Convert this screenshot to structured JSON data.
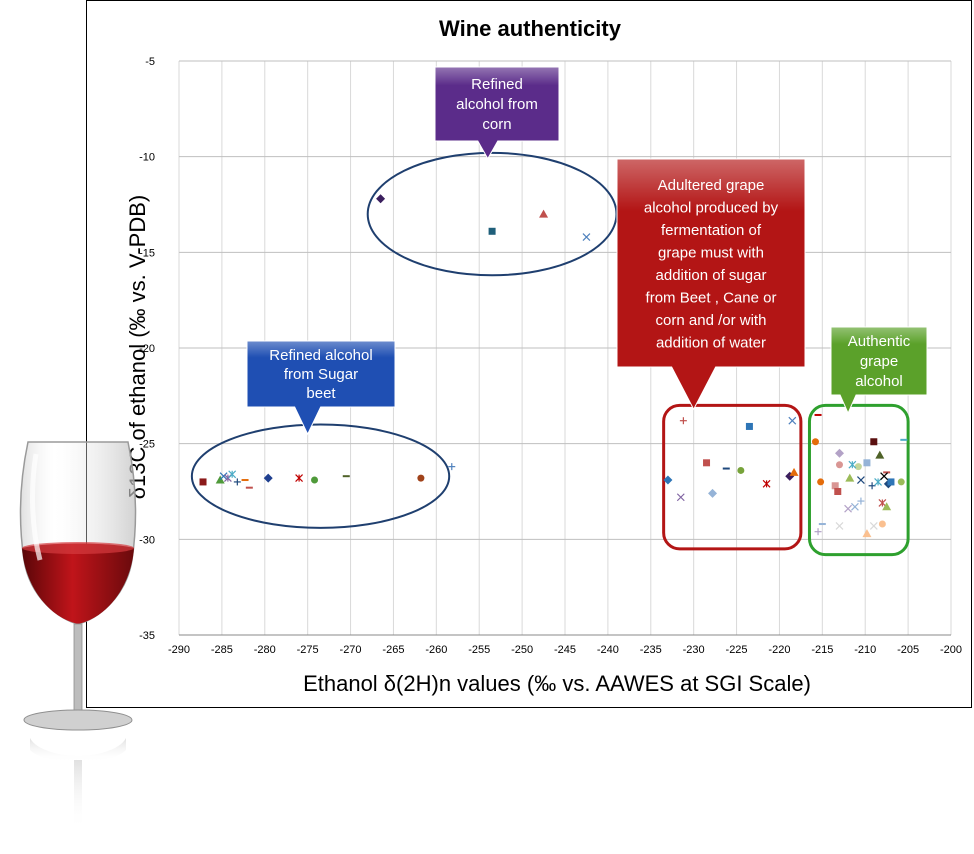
{
  "chart_data": {
    "type": "scatter",
    "title": "Wine authenticity",
    "xlabel": "Ethanol δ(2H)n  values  (‰ vs. AAWES at SGI Scale)",
    "ylabel": "δ13C of ethanol (‰ vs. V-PDB)",
    "xlim": [
      -290,
      -200
    ],
    "ylim": [
      -35,
      -5
    ],
    "x_ticks": [
      "-290",
      "-285",
      "-280",
      "-275",
      "-270",
      "-265",
      "-260",
      "-255",
      "-250",
      "-245",
      "-240",
      "-235",
      "-230",
      "-225",
      "-220",
      "-215",
      "-210",
      "-205",
      "-200"
    ],
    "y_ticks": [
      "-5",
      "-10",
      "-15",
      "-20",
      "-25",
      "-30",
      "-35"
    ],
    "grid": true,
    "legend": "none",
    "points": [
      {
        "x": -266.5,
        "y": -12.2,
        "marker": "diamond",
        "color": "#3b1f5e"
      },
      {
        "x": -253.5,
        "y": -13.9,
        "marker": "square",
        "color": "#1f5f7a"
      },
      {
        "x": -247.5,
        "y": -13.0,
        "marker": "triangle",
        "color": "#c0504d"
      },
      {
        "x": -242.5,
        "y": -14.2,
        "marker": "x",
        "color": "#4f81bd"
      },
      {
        "x": -287.2,
        "y": -27.0,
        "marker": "square",
        "color": "#8b1a1a"
      },
      {
        "x": -285.2,
        "y": -26.9,
        "marker": "triangle",
        "color": "#4f9a3a"
      },
      {
        "x": -284.8,
        "y": -26.7,
        "marker": "x",
        "color": "#2e75b6"
      },
      {
        "x": -284.3,
        "y": -26.8,
        "marker": "star",
        "color": "#8064a2"
      },
      {
        "x": -283.8,
        "y": -26.6,
        "marker": "star",
        "color": "#4bacc6"
      },
      {
        "x": -283.2,
        "y": -27.0,
        "marker": "plus",
        "color": "#1f497d"
      },
      {
        "x": -282.3,
        "y": -26.9,
        "marker": "dash",
        "color": "#e46c0a"
      },
      {
        "x": -281.8,
        "y": -27.3,
        "marker": "dash",
        "color": "#c0504d"
      },
      {
        "x": -279.6,
        "y": -26.8,
        "marker": "diamond",
        "color": "#1f3f8f"
      },
      {
        "x": -276.0,
        "y": -26.8,
        "marker": "star",
        "color": "#c00000"
      },
      {
        "x": -274.2,
        "y": -26.9,
        "marker": "circle",
        "color": "#4f9a3a"
      },
      {
        "x": -270.5,
        "y": -26.7,
        "marker": "dash",
        "color": "#4f6228"
      },
      {
        "x": -261.8,
        "y": -26.8,
        "marker": "circle",
        "color": "#a0421a"
      },
      {
        "x": -258.2,
        "y": -26.2,
        "marker": "plus",
        "color": "#4f81bd"
      },
      {
        "x": -231.2,
        "y": -23.8,
        "marker": "plus",
        "color": "#c0504d"
      },
      {
        "x": -223.5,
        "y": -24.1,
        "marker": "square",
        "color": "#2e75b6"
      },
      {
        "x": -218.5,
        "y": -23.8,
        "marker": "x",
        "color": "#4f81bd"
      },
      {
        "x": -228.5,
        "y": -26.0,
        "marker": "square",
        "color": "#c0504d"
      },
      {
        "x": -226.2,
        "y": -26.3,
        "marker": "dash",
        "color": "#1f497d"
      },
      {
        "x": -224.5,
        "y": -26.4,
        "marker": "circle",
        "color": "#77a33a"
      },
      {
        "x": -233.0,
        "y": -26.9,
        "marker": "diamond",
        "color": "#2e75b6"
      },
      {
        "x": -231.5,
        "y": -27.8,
        "marker": "x",
        "color": "#8064a2"
      },
      {
        "x": -227.8,
        "y": -27.6,
        "marker": "diamond",
        "color": "#95b3d7"
      },
      {
        "x": -221.5,
        "y": -27.1,
        "marker": "star",
        "color": "#c00000"
      },
      {
        "x": -218.8,
        "y": -26.7,
        "marker": "diamond",
        "color": "#3b1f5e"
      },
      {
        "x": -218.3,
        "y": -26.5,
        "marker": "triangle",
        "color": "#e46c0a"
      },
      {
        "x": -215.5,
        "y": -23.5,
        "marker": "dash",
        "color": "#c00000"
      },
      {
        "x": -205.5,
        "y": -24.8,
        "marker": "dash",
        "color": "#4bacc6"
      },
      {
        "x": -215.8,
        "y": -24.9,
        "marker": "circle",
        "color": "#e46c0a"
      },
      {
        "x": -209.0,
        "y": -24.9,
        "marker": "square",
        "color": "#5a1010"
      },
      {
        "x": -213.0,
        "y": -25.5,
        "marker": "diamond",
        "color": "#b3a2c7"
      },
      {
        "x": -208.3,
        "y": -25.6,
        "marker": "triangle",
        "color": "#4f6228"
      },
      {
        "x": -210.8,
        "y": -26.2,
        "marker": "circle",
        "color": "#c3d69b"
      },
      {
        "x": -213.0,
        "y": -26.1,
        "marker": "circle",
        "color": "#d99694"
      },
      {
        "x": -211.5,
        "y": -26.1,
        "marker": "star",
        "color": "#4bacc6"
      },
      {
        "x": -209.8,
        "y": -26.0,
        "marker": "square",
        "color": "#95b3d7"
      },
      {
        "x": -207.5,
        "y": -26.5,
        "marker": "dash",
        "color": "#c0504d"
      },
      {
        "x": -215.2,
        "y": -27.0,
        "marker": "circle",
        "color": "#e46c0a"
      },
      {
        "x": -213.5,
        "y": -27.2,
        "marker": "square",
        "color": "#d99694"
      },
      {
        "x": -213.2,
        "y": -27.5,
        "marker": "square",
        "color": "#c0504d"
      },
      {
        "x": -211.8,
        "y": -26.8,
        "marker": "triangle",
        "color": "#9bbb59"
      },
      {
        "x": -210.5,
        "y": -26.9,
        "marker": "x",
        "color": "#1f497d"
      },
      {
        "x": -209.2,
        "y": -27.2,
        "marker": "plus",
        "color": "#1f497d"
      },
      {
        "x": -208.5,
        "y": -27.0,
        "marker": "star",
        "color": "#4bacc6"
      },
      {
        "x": -207.3,
        "y": -27.1,
        "marker": "diamond",
        "color": "#1f497d"
      },
      {
        "x": -207.0,
        "y": -27.0,
        "marker": "square",
        "color": "#2e75b6"
      },
      {
        "x": -207.8,
        "y": -26.7,
        "marker": "x",
        "color": "#000000"
      },
      {
        "x": -205.8,
        "y": -27.0,
        "marker": "circle",
        "color": "#9bbb59"
      },
      {
        "x": -210.5,
        "y": -28.0,
        "marker": "plus",
        "color": "#95b3d7"
      },
      {
        "x": -211.2,
        "y": -28.3,
        "marker": "x",
        "color": "#95b3d7"
      },
      {
        "x": -212.0,
        "y": -28.4,
        "marker": "x",
        "color": "#b3a2c7"
      },
      {
        "x": -208.0,
        "y": -28.1,
        "marker": "star",
        "color": "#c0504d"
      },
      {
        "x": -207.5,
        "y": -28.3,
        "marker": "triangle",
        "color": "#9bbb59"
      },
      {
        "x": -213.0,
        "y": -29.3,
        "marker": "x",
        "color": "#d9d9d9"
      },
      {
        "x": -215.0,
        "y": -29.2,
        "marker": "dash",
        "color": "#95b3d7"
      },
      {
        "x": -209.0,
        "y": -29.3,
        "marker": "x",
        "color": "#d9d9d9"
      },
      {
        "x": -208.0,
        "y": -29.2,
        "marker": "circle",
        "color": "#fac090"
      },
      {
        "x": -209.8,
        "y": -29.7,
        "marker": "triangle",
        "color": "#fac090"
      },
      {
        "x": -215.5,
        "y": -29.6,
        "marker": "plus",
        "color": "#b3a2c7"
      }
    ],
    "annotations": [
      {
        "id": "corn",
        "text_lines": [
          "Refined",
          "alcohol from",
          "corn"
        ],
        "fill": "#5b2c8a",
        "pointer_x": -254,
        "pointer_y": -10.1
      },
      {
        "id": "beet",
        "text_lines": [
          "Refined alcohol",
          "from Sugar",
          "beet"
        ],
        "fill": "#1f4fb3",
        "pointer_x": -275,
        "pointer_y": -24.5
      },
      {
        "id": "adulterated",
        "text_lines": [
          "Adultered grape",
          "alcohol produced by",
          "fermentation of",
          "grape must with",
          "addition of  sugar",
          "from Beet , Cane or",
          "corn and /or with",
          "addition of water"
        ],
        "fill": "#b31515",
        "pointer_x": -230,
        "pointer_y": -23.2
      },
      {
        "id": "authentic",
        "text_lines": [
          "Authentic",
          "grape",
          "alcohol"
        ],
        "fill": "#5ba12a",
        "pointer_x": -212,
        "pointer_y": -23.4
      }
    ],
    "groups": [
      {
        "id": "corn-group",
        "shape": "ellipse",
        "color": "#1f3f6f",
        "cx": -253.5,
        "cy": -13.0,
        "rx": 14.5,
        "ry": 3.2
      },
      {
        "id": "beet-group",
        "shape": "ellipse",
        "color": "#1f3f6f",
        "cx": -273.5,
        "cy": -26.7,
        "rx": 15.0,
        "ry": 2.7
      },
      {
        "id": "adulterated-group",
        "shape": "rect",
        "color": "#b31515",
        "x0": -233.5,
        "x1": -217.5,
        "y0": -23.0,
        "y1": -30.5
      },
      {
        "id": "authentic-group",
        "shape": "rect",
        "color": "#2ea02e",
        "x0": -216.5,
        "x1": -205.0,
        "y0": -23.0,
        "y1": -30.8
      }
    ]
  },
  "decor": {
    "wine_glass_icon": "wine-glass-icon"
  }
}
